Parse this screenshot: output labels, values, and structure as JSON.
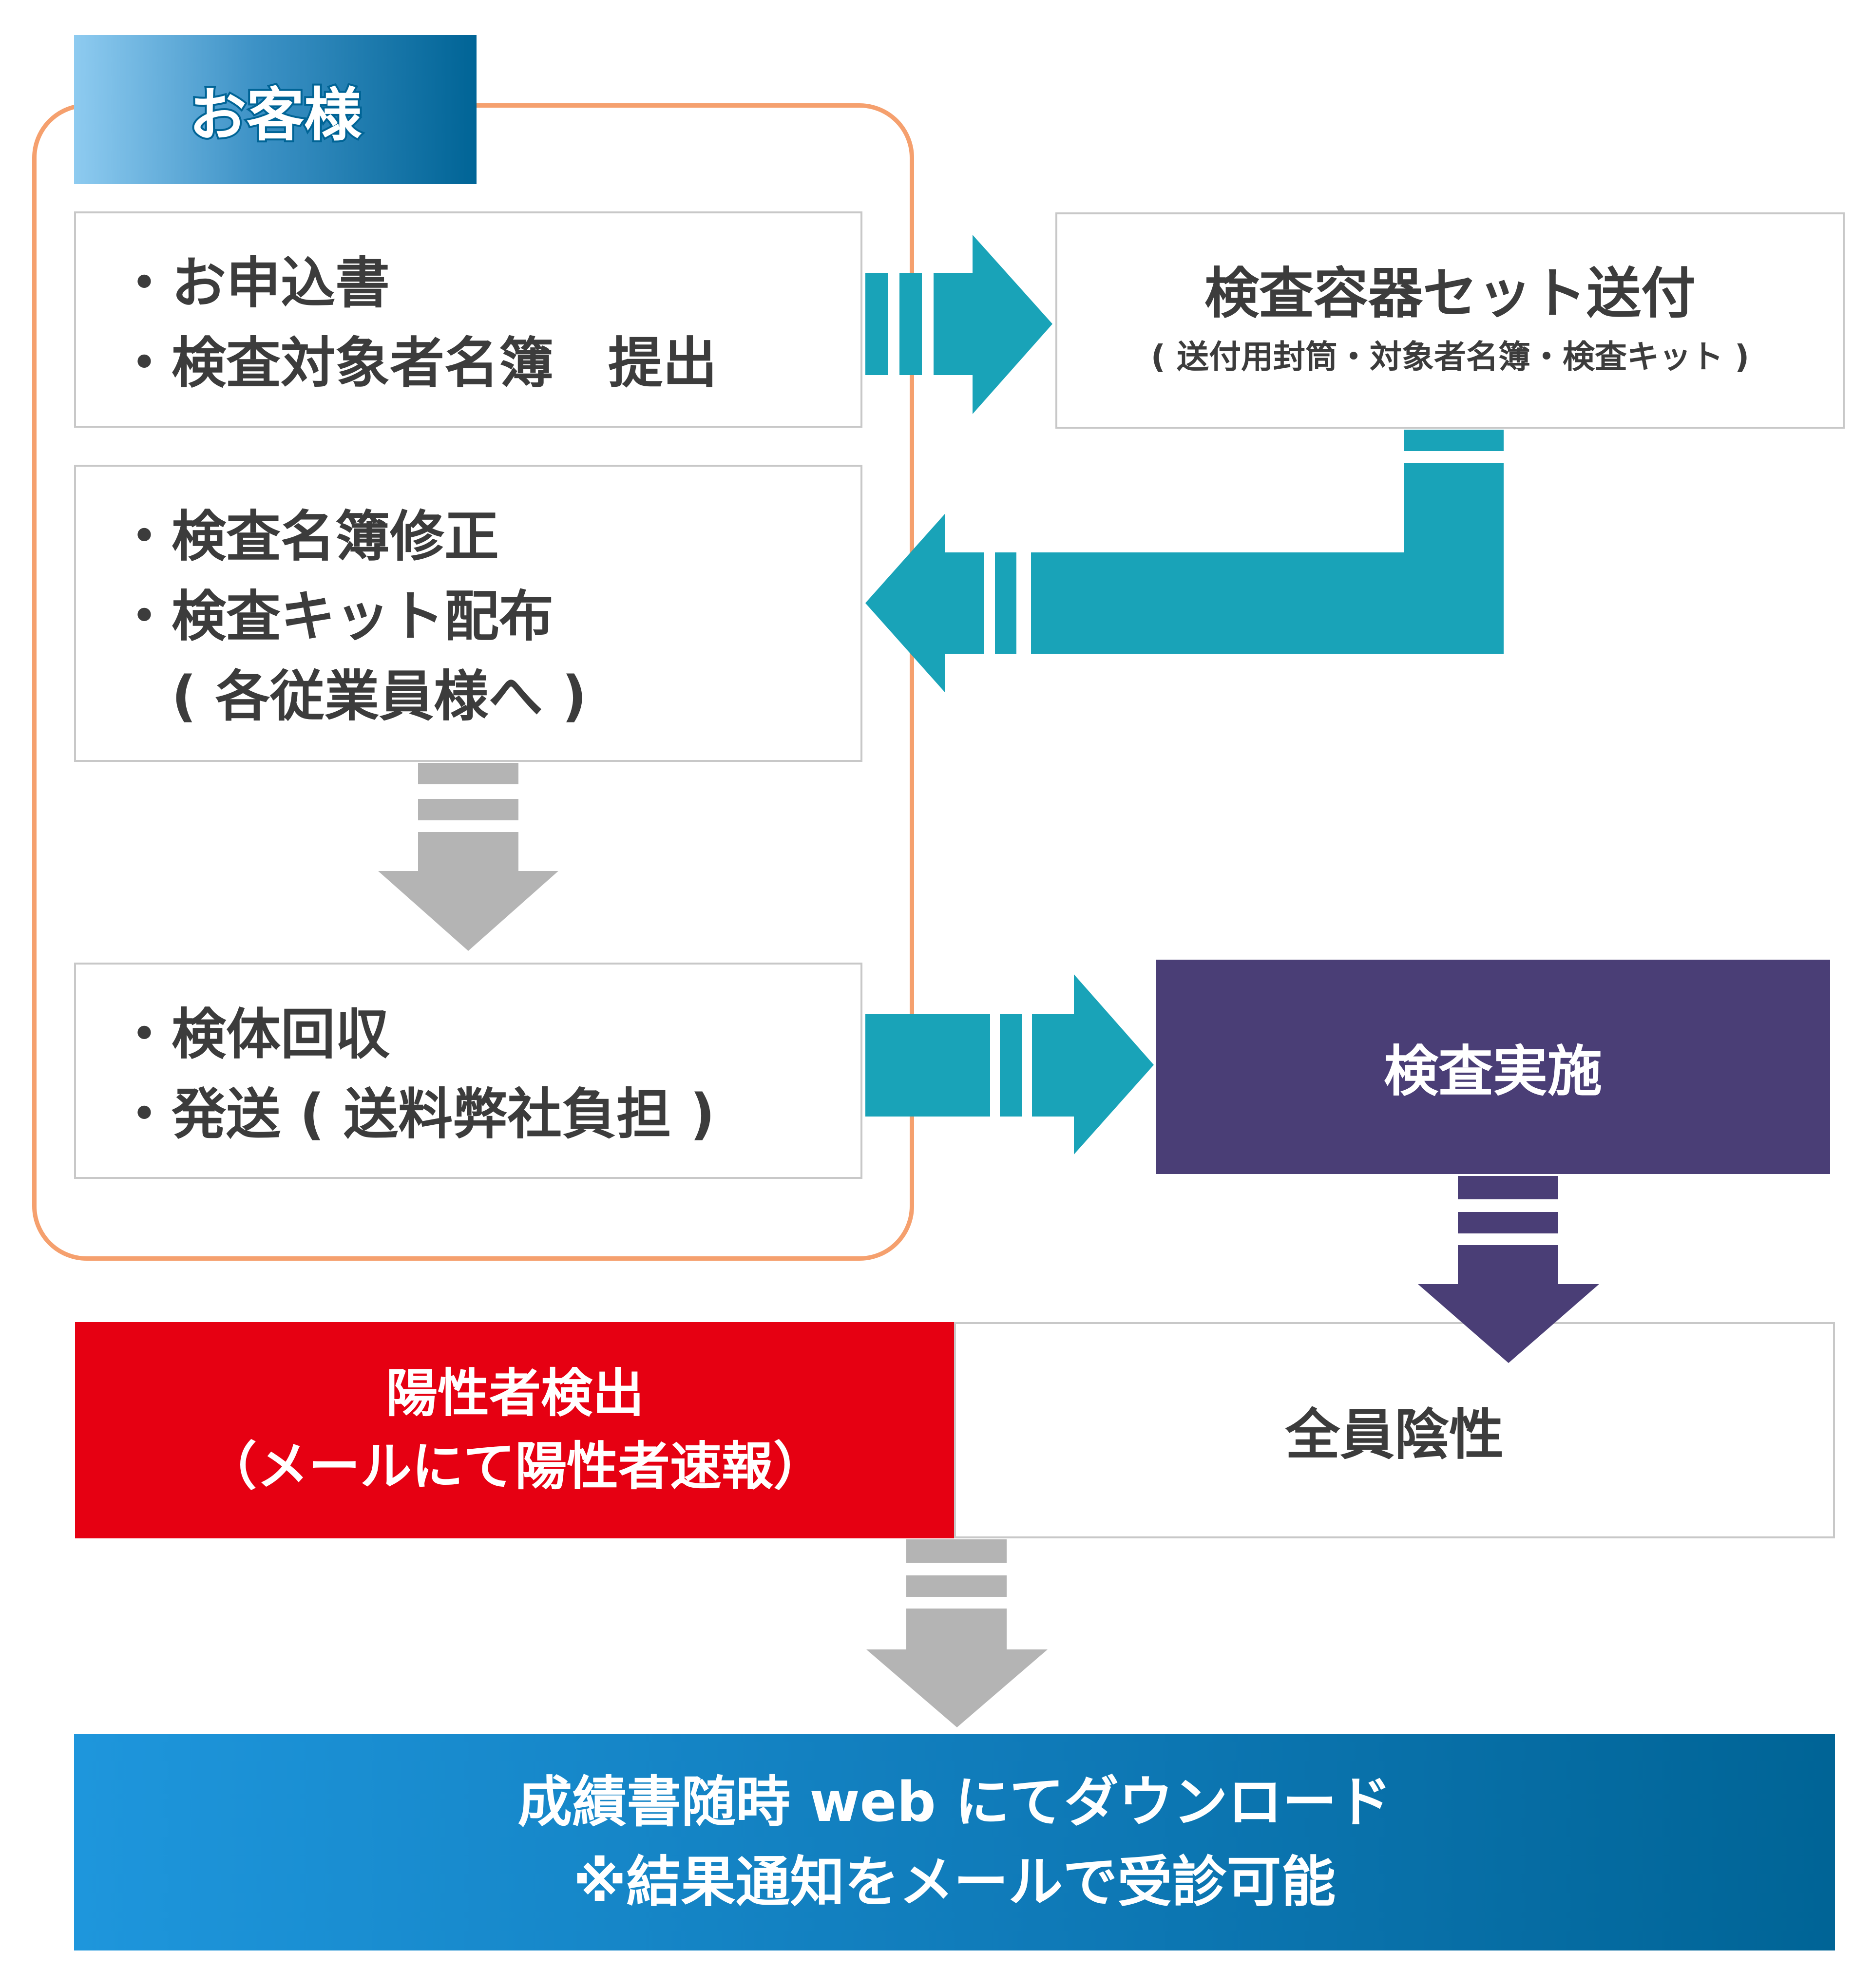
{
  "customer": {
    "tab_label": "お客様",
    "step1": [
      "・お申込書",
      "・検査対象者名簿　提出"
    ],
    "step2": [
      "・検査名簿修正",
      "・検査キット配布",
      "　( 各従業員様へ )"
    ],
    "step3": [
      "・検体回収",
      "・発送 ( 送料弊社負担 )"
    ]
  },
  "provider": {
    "kit_title": "検査容器セット送付",
    "kit_subtitle": "( 送付用封筒・対象者名簿・検査キット )",
    "test_label": "検査実施"
  },
  "results": {
    "positive": [
      "陽性者検出",
      "（メールにて陽性者速報）"
    ],
    "negative": "全員陰性"
  },
  "download": [
    "成績書随時 web にてダウンロード",
    "※結果通知をメールで受診可能"
  ],
  "colors": {
    "teal": "#19a3b8",
    "purple": "#4a3e76",
    "red": "#e60012",
    "gray": "#b4b4b4",
    "orange": "#f5a06e",
    "blue_start": "#1e96dc",
    "blue_end": "#006496"
  }
}
